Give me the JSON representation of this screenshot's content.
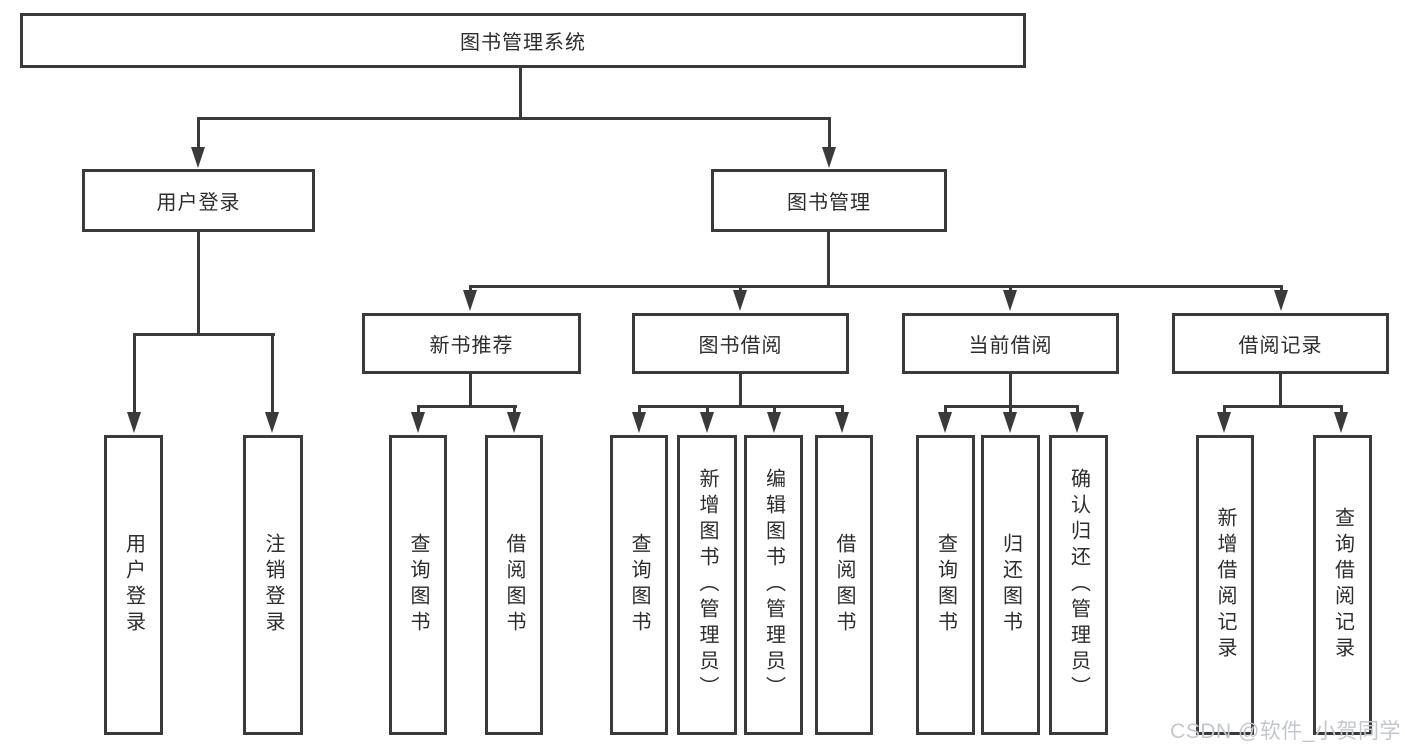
{
  "labels": {
    "root": "图书管理系统",
    "user_login": "用户登录",
    "book_mgmt": "图书管理",
    "new_book_rec": "新书推荐",
    "book_borrow": "图书借阅",
    "current_borrow": "当前借阅",
    "borrow_records": "借阅记录",
    "leaf_user_login": "用户登录",
    "leaf_logout": "注销登录",
    "leaf_rec_query": "查询图书",
    "leaf_rec_borrow": "借阅图书",
    "leaf_bb_query": "查询图书",
    "leaf_bb_add": "新增图书（管理员）",
    "leaf_bb_edit": "编辑图书（管理员）",
    "leaf_bb_borrow": "借阅图书",
    "leaf_cb_query": "查询图书",
    "leaf_cb_return": "归还图书",
    "leaf_cb_confirm": "确认归还（管理员）",
    "leaf_br_add": "新增借阅记录",
    "leaf_br_query": "查询借阅记录"
  },
  "watermark": "CSDN @软件_小贺同学",
  "colors": {
    "line": "#3a3a3a",
    "text": "#2d2d2d",
    "watermark": "#c3c7cd",
    "background": "#ffffff"
  }
}
